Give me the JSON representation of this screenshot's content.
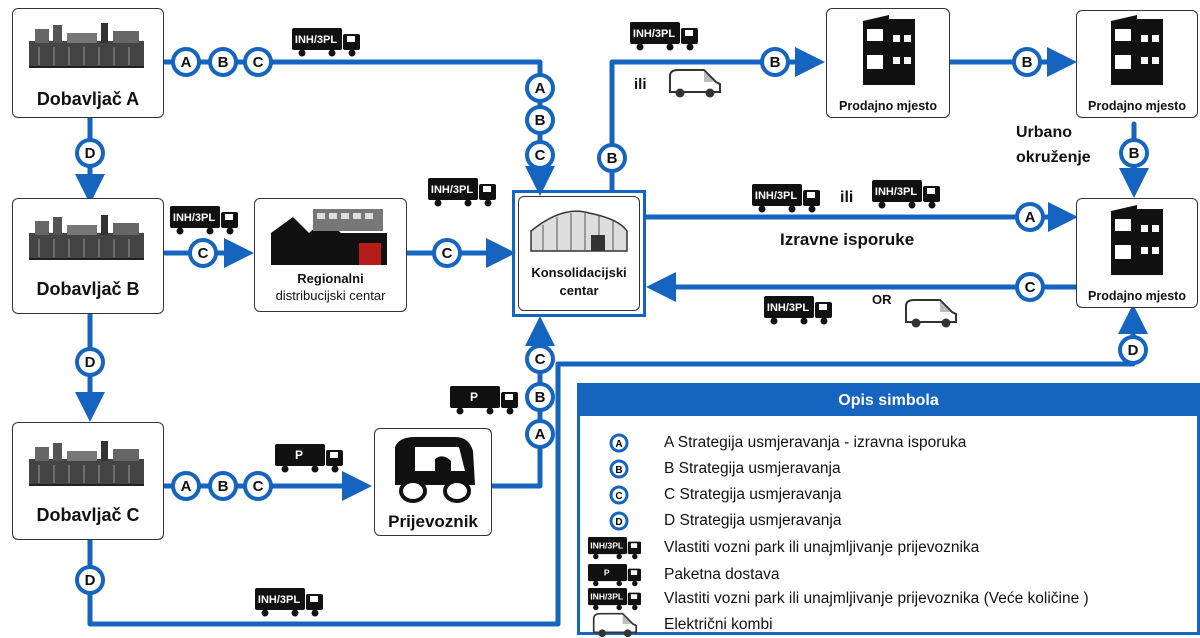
{
  "nodes": {
    "dobavljac_a": "Dobavljač A",
    "dobavljac_b": "Dobavljač B",
    "dobavljac_c": "Dobavljač C",
    "regionalni_1": "Regionalni",
    "regionalni_2": "distribucijski centar",
    "konsolidacijski_1": "Konsolidacijski",
    "konsolidacijski_2": "centar",
    "prijevoznik": "Prijevoznik",
    "prodajno_1": "Prodajno mjesto",
    "prodajno_2": "Prodajno mjesto",
    "prodajno_3": "Prodajno mjesto"
  },
  "labels": {
    "ili_1": "ili",
    "ili_2": "ili",
    "or": "OR",
    "urbano_1": "Urbano",
    "urbano_2": "okruženje",
    "izravne": "Izravne isporuke"
  },
  "strategy_letters": {
    "a": "A",
    "b": "B",
    "c": "C",
    "d": "D"
  },
  "truck_labels": {
    "inh": "INH/3PL",
    "p": "P"
  },
  "legend": {
    "title": "Opis simbola",
    "rows": [
      "A Strategija usmjeravanja - izravna isporuka",
      "B Strategija usmjeravanja",
      "C Strategija usmjeravanja",
      "D Strategija usmjeravanja",
      "Vlastiti vozni park ili unajmljivanje prijevoznika",
      "Paketna dostava",
      "Vlastiti vozni park ili unajmljivanje prijevoznika (Veće količine )",
      "Električni kombi"
    ]
  },
  "colors": {
    "flow": "#1565c0",
    "legend_header": "#1565c0",
    "ink": "#111111"
  }
}
